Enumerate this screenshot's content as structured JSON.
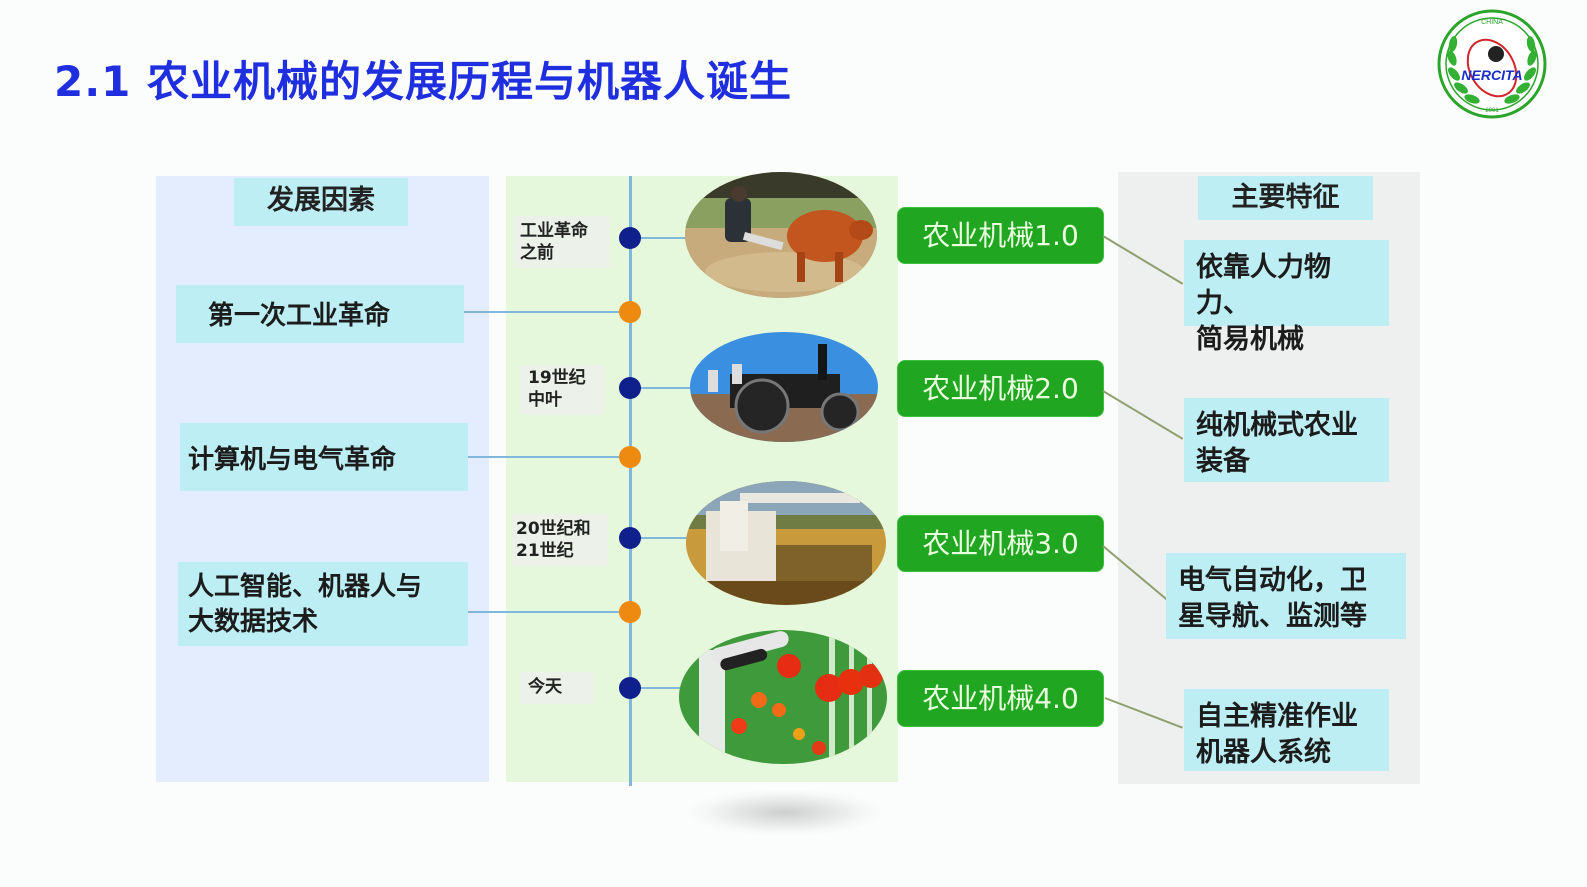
{
  "slide": {
    "title": "2.1 农业机械的发展历程与机器人诞生",
    "logo": {
      "icon": "nercita-logo-icon",
      "text": "NERCITA",
      "top_text": "CHINA",
      "bottom_text": "2001",
      "colors": {
        "wreath": "#2aa52a",
        "text": "#1a2fc8",
        "orbit": "#d4262a"
      }
    }
  },
  "factors": {
    "header": "发展因素",
    "items": [
      {
        "label": "第一次工业革命"
      },
      {
        "label": "计算机与电气革命"
      },
      {
        "label": "人工智能、机器人与大数据技术",
        "line1": "人工智能、机器人与",
        "line2": "大数据技术"
      }
    ]
  },
  "timeline": {
    "periods": [
      {
        "line1": "工业革命",
        "line2": "之前",
        "photo": "ox-plowing-photo"
      },
      {
        "line1": "19世纪",
        "line2": "中叶",
        "photo": "steam-tractor-photo"
      },
      {
        "line1": "20世纪和",
        "line2": "21世纪",
        "photo": "combine-harvester-photo"
      },
      {
        "line1": "今天",
        "line2": "",
        "photo": "tomato-picking-robot-photo"
      }
    ],
    "colors": {
      "period_dot": "#0f1f8c",
      "factor_dot": "#ee8a10",
      "line": "#7fb7dd"
    }
  },
  "eras": [
    {
      "label": "农业机械1.0"
    },
    {
      "label": "农业机械2.0"
    },
    {
      "label": "农业机械3.0"
    },
    {
      "label": "农业机械4.0"
    }
  ],
  "features": {
    "header": "主要特征",
    "items": [
      {
        "line1": "依靠人力物力、",
        "line2": "简易机械"
      },
      {
        "line1": "纯机械式农业",
        "line2": "装备"
      },
      {
        "line1": "电气自动化，卫",
        "line2": "星导航、监测等"
      },
      {
        "line1": "自主精准作业",
        "line2": "机器人系统"
      }
    ]
  },
  "colors": {
    "title": "#1f2fe0",
    "era_button": "#21a621",
    "cyan_box": "#bdeef3",
    "left_panel": "#e3edfd",
    "mid_panel": "#e6f8dc",
    "right_panel": "#edf0ef"
  }
}
